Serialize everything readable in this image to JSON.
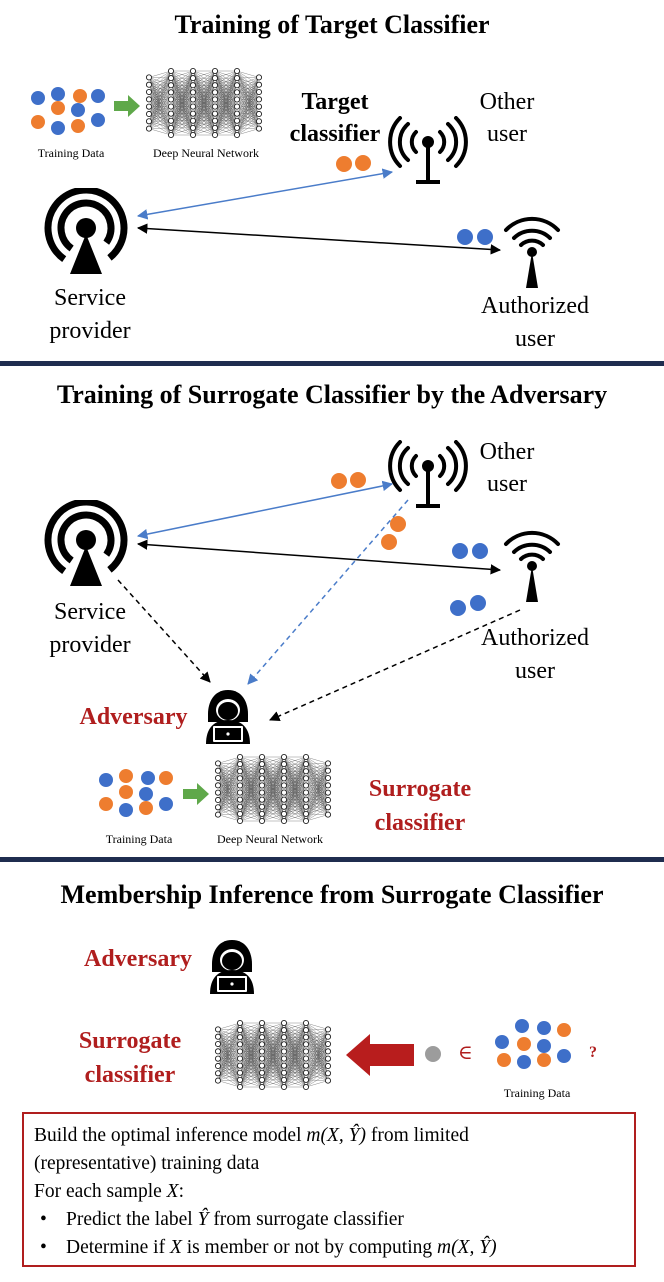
{
  "section1": {
    "title": "Training of Target Classifier",
    "training_data_caption": "Training Data",
    "dnn_caption": "Deep Neural Network",
    "target_classifier_label": "Target classifier",
    "other_user_label": "Other user",
    "service_provider_label": "Service provider",
    "authorized_user_label": "Authorized user"
  },
  "section2": {
    "title": "Training of Surrogate Classifier by the Adversary",
    "other_user_label": "Other user",
    "service_provider_label": "Service provider",
    "authorized_user_label": "Authorized user",
    "adversary_label": "Adversary",
    "training_data_caption": "Training Data",
    "dnn_caption": "Deep Neural Network",
    "surrogate_classifier_label": "Surrogate classifier"
  },
  "section3": {
    "title": "Membership Inference from Surrogate Classifier",
    "adversary_label": "Adversary",
    "surrogate_classifier_label": "Surrogate classifier",
    "element_of_symbol": "∈",
    "question_mark": "?",
    "training_data_caption": "Training Data"
  },
  "inference_box": {
    "line1_prefix": "Build the optimal inference model ",
    "line1_math": "m(X, Ŷ)",
    "line1_suffix": " from limited",
    "line2": "(representative) training data",
    "line3_prefix": "For each sample ",
    "line3_math": "X",
    "line3_suffix": ":",
    "bullet1_prefix": "Predict the label ",
    "bullet1_math": "Ŷ",
    "bullet1_suffix": " from surrogate classifier",
    "bullet2_prefix": "Determine if ",
    "bullet2_math": "X",
    "bullet2_mid": " is member or not by computing ",
    "bullet2_math2": "m(X, Ŷ)"
  },
  "colors": {
    "blue_dot": "#3e6fc9",
    "orange_dot": "#ee7d2f",
    "accent_red": "#b01e1e",
    "divider": "#1f2d4f",
    "link_blue": "#4a7cc9",
    "gray_dot": "#9c9c9c"
  },
  "icons": [
    "broadcast-tower-icon",
    "radio-antenna-icon",
    "wifi-antenna-icon",
    "hacker-icon",
    "neural-network-icon",
    "green-arrow-icon",
    "red-arrow-icon"
  ]
}
